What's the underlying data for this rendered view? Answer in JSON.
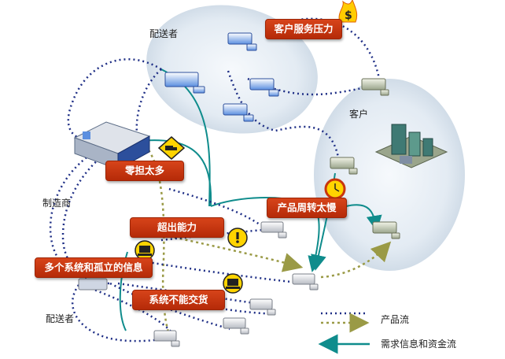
{
  "colors": {
    "issue_box": "#c8360e",
    "product_flow_blue": "#1f2f86",
    "product_flow_olive": "#9a9a46",
    "demand_flow_teal": "#0f8c8c",
    "cloud": "#dfe9f2"
  },
  "labels": {
    "distributor_top": "配送者",
    "customer": "客户",
    "manufacturer": "制造商",
    "distributor_bottom": "配送者"
  },
  "issues": {
    "customer_service_pressure": "客户服务压力",
    "too_much_inventory": "零担太多",
    "slow_product_turnover": "产品周转太慢",
    "over_capacity": "超出能力",
    "isolated_systems": "多个系统和孤立的信息",
    "system_cannot_deliver": "系统不能交货"
  },
  "legend": {
    "product_flow": "产品流",
    "demand_info_capital_flow": "需求信息和资金流"
  },
  "icons": [
    "dollar-fire-icon",
    "truck-warning-icon",
    "alarm-clock-icon",
    "exclamation-warning-icon",
    "computer-icon",
    "computer-icon",
    "warehouse-icon",
    "factory-icon",
    "truck-icon"
  ]
}
